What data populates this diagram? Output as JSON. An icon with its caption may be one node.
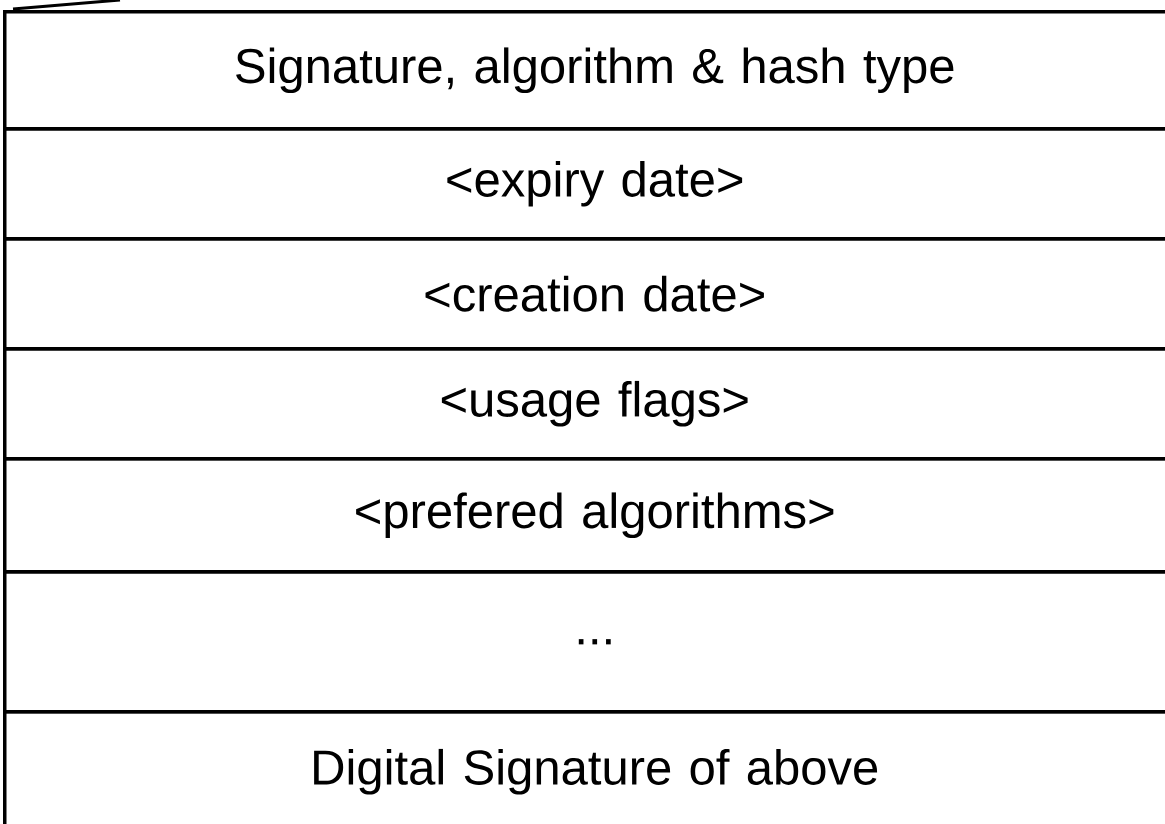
{
  "diagram": {
    "nodes": [
      {
        "text": [
          "Signature, algorithm & hash type"
        ]
      },
      {
        "text": [
          "<expiry date>"
        ]
      },
      {
        "text": [
          "<creation date>"
        ]
      },
      {
        "text": [
          "<usage flags>"
        ]
      },
      {
        "text": [
          "<prefered algorithms>"
        ]
      },
      {
        "text": [
          "..."
        ]
      },
      {
        "text": [
          "Digital Signature of above"
        ]
      }
    ]
  }
}
